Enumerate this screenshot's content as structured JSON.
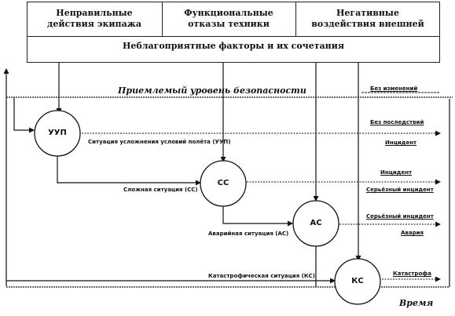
{
  "header": {
    "columns": [
      {
        "line1": "Неправильные",
        "line2": "действия экипажа"
      },
      {
        "line1": "Функциональные",
        "line2": "отказы техники"
      },
      {
        "line1": "Негативные",
        "line2": "воздействия внешней"
      }
    ],
    "factors": "Неблагоприятные факторы и их сочетания"
  },
  "safety_level": "Приемлемый уровень безопасности",
  "time_label": "Время",
  "nodes": {
    "uup": "УУП",
    "ss": "СС",
    "as": "АС",
    "ks": "КС"
  },
  "situations": {
    "uup": "Ситуация усложнения условий полёта (УУП)",
    "ss": "Сложная ситуация (СС)",
    "as": "Аварийная ситуация (АС)",
    "ks": "Катастрофическая ситуация (КС)"
  },
  "outcomes": {
    "no_changes": "Без изменений",
    "no_consequences": "Без последствий",
    "incident1": "Инцидент",
    "incident2": "Инцидент",
    "serious1": "Серьёзный инцидент",
    "serious2": "Серьёзный инцидент",
    "accident": "Авария",
    "catastrophe": "Катастрофа"
  }
}
